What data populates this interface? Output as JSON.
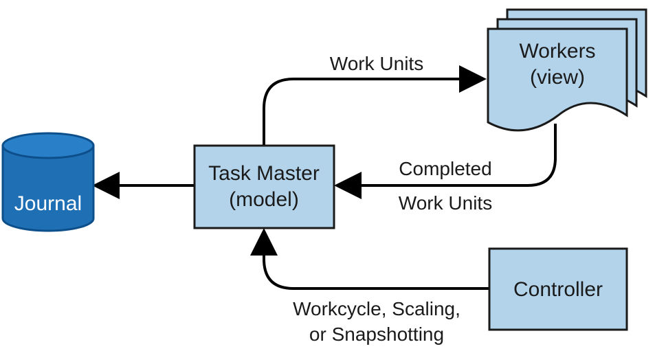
{
  "nodes": {
    "journal": {
      "label": "Journal"
    },
    "task_master": {
      "line1": "Task Master",
      "line2": "(model)"
    },
    "workers": {
      "line1": "Workers",
      "line2": "(view)"
    },
    "controller": {
      "label": "Controller"
    }
  },
  "edges": {
    "work_units": {
      "label": "Work Units"
    },
    "completed": {
      "line1": "Completed",
      "line2": "Work Units"
    },
    "control": {
      "line1": "Workcycle, Scaling,",
      "line2": "or Snapshotting"
    }
  },
  "colors": {
    "box_fill": "#b3d3ea",
    "box_stroke": "#1a1a1a",
    "journal_fill": "#1f6fb5",
    "journal_stroke": "#0d4f8a",
    "journal_text": "#ffffff",
    "arrow": "#000000"
  }
}
